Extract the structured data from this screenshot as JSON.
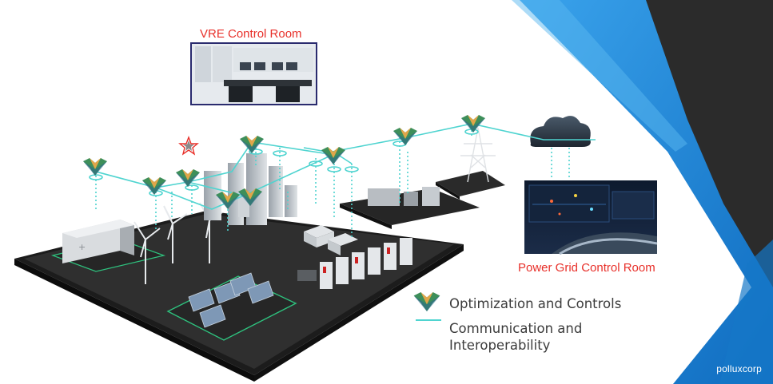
{
  "labels": {
    "vre_control_room": "VRE Control Room",
    "power_grid_control_room": "Power Grid Control Room"
  },
  "legend": {
    "optimization": "Optimization and Controls",
    "communication_line1": "Communication and",
    "communication_line2": "Interoperability"
  },
  "brand": "polluxcorp",
  "colors": {
    "label_red": "#e8302a",
    "network_line": "#4fd4d0",
    "platform": "#2a2a2a",
    "platform_green": "#2ec27e",
    "brand_blue": "#1e88d8",
    "brand_dark": "#2b2b2b"
  }
}
